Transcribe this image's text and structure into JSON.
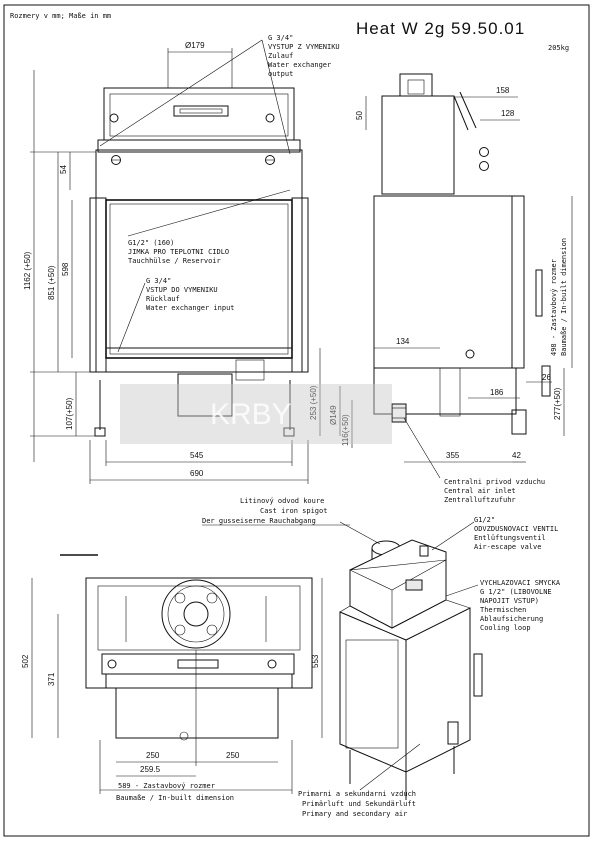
{
  "header": {
    "units_note": "Rozmery v mm; Maße in mm",
    "title": "Heat W 2g 59.50.01",
    "weight": "205kg"
  },
  "annotations": {
    "outlet": [
      "G 3/4\"",
      "VYSTUP Z VYMENIKU",
      "Zulauf",
      "Water exchanger",
      "output"
    ],
    "sensor": [
      "G1/2\" (160)",
      "JIMKA PRO TEPLOTNI CIDLO",
      "Tauchhülse / Reservoir"
    ],
    "inlet": [
      "G 3/4\"",
      "VSTUP DO VYMENIKU",
      "Rücklauf",
      "Water exchanger input"
    ],
    "air_inlet": [
      "Centralni privod vzduchu",
      "Central air inlet",
      "Zentralluftzufuhr"
    ],
    "spigot": [
      "Litinový odvod koure",
      "Cast iron spigot",
      "Der gusseiserne Rauchabgang"
    ],
    "air_escape": [
      "G1/2\"",
      "ODVZDUSNOVACI VENTIL",
      "Entlüftungsventil",
      "Air-escape valve"
    ],
    "cooling": [
      "VYCHLAZOVACI SMYCKA",
      "G 1/2\" (LIBOVOLNE",
      "NAPOJIT VSTUP)",
      "Thermischen",
      "Ablaufsicherung",
      "Cooling loop"
    ],
    "primary_air": [
      "Primarni a sekundarni vzduch",
      "Primärluft und Sekundärluft",
      "Primary and secondary air"
    ],
    "builtin_side": [
      "498 - Zastavbový rozmer",
      "Baumaße / In-built dimension"
    ],
    "builtin_top": [
      "589 - Zastavbový rozmer",
      "Baumaße / In-built dimension"
    ]
  },
  "dimensions": {
    "d179": "Ø179",
    "d1162": "1162 (+50)",
    "d851": "851 (+50)",
    "d598": "598",
    "d54": "54",
    "d107": "107(+50)",
    "d545": "545",
    "d690": "690",
    "d253": "253 (+50)",
    "d149": "Ø149",
    "d116": "116(+50)",
    "d50": "50",
    "d158": "158",
    "d128": "128",
    "d134": "134",
    "d26": "26",
    "d186": "186",
    "d277": "277(+50)",
    "d355": "355",
    "d42": "42",
    "d502": "502",
    "d371": "371",
    "d553": "553",
    "d250a": "250",
    "d250b": "250",
    "d2595": "259.5"
  },
  "watermark": "KRBY"
}
